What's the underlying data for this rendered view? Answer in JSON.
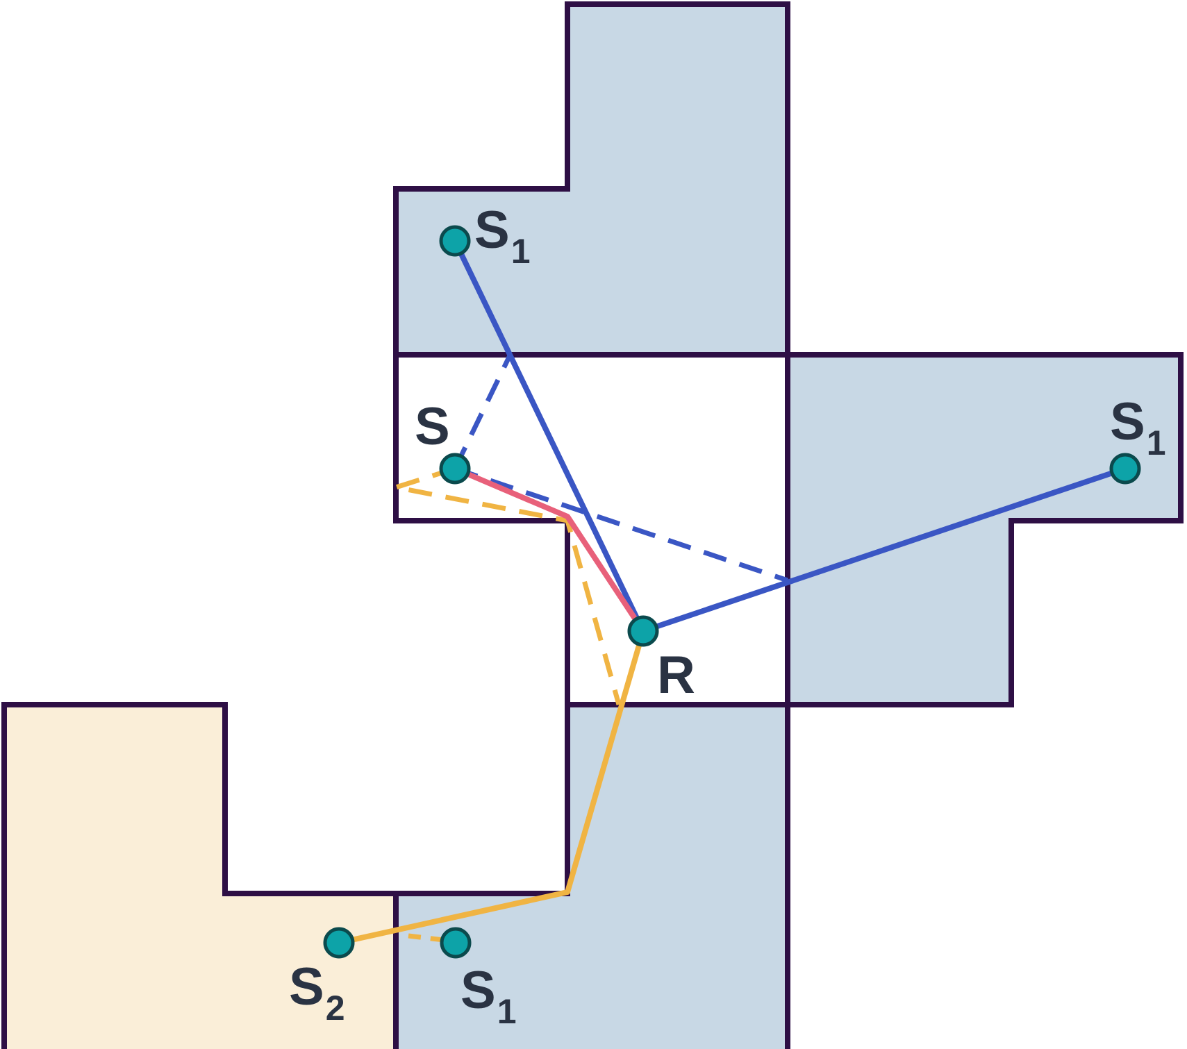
{
  "colors": {
    "outline": "#2e0f45",
    "mirror_room_fill": "#c8d8e5",
    "second_order_fill": "#faeed8",
    "room_fill": "#ffffff",
    "path_blue": "#3a56c4",
    "path_orange": "#f0b443",
    "path_pink": "#e8607a",
    "point_fill": "#0da3a8",
    "point_stroke": "#0b4a4d",
    "label_text": "#2a3343"
  },
  "labels": {
    "s_top": {
      "main": "S",
      "sub": "1"
    },
    "s_center": {
      "main": "S"
    },
    "s_right": {
      "main": "S",
      "sub": "1"
    },
    "r": {
      "main": "R"
    },
    "s2": {
      "main": "S",
      "sub": "2"
    },
    "s1_bottom": {
      "main": "S",
      "sub": "1"
    }
  }
}
